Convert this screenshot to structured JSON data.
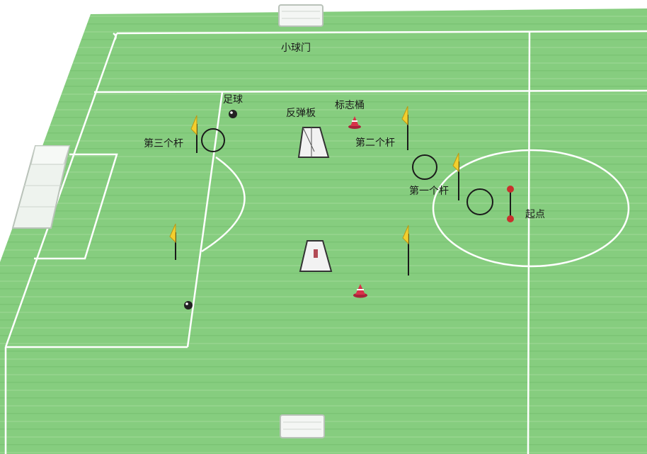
{
  "labels": {
    "small_goal": "小球门",
    "football": "足球",
    "rebound_board": "反弹板",
    "marker_cone": "标志桶",
    "third_pole": "第三个杆",
    "second_pole": "第二个杆",
    "first_pole": "第一个杆",
    "start_point": "起点"
  },
  "colors": {
    "pitch": "#86cd7f",
    "stripe": "#7cc576",
    "lines": "#ffffff",
    "flag": "#f3cf2e",
    "cone": "#d8324a",
    "ball": "#222222",
    "start_marker": "#c9302c"
  },
  "icons": [
    "goal-icon",
    "football-icon",
    "rebound-board-icon",
    "cone-icon",
    "corner-flag-pole-icon",
    "ring-marker-icon"
  ]
}
